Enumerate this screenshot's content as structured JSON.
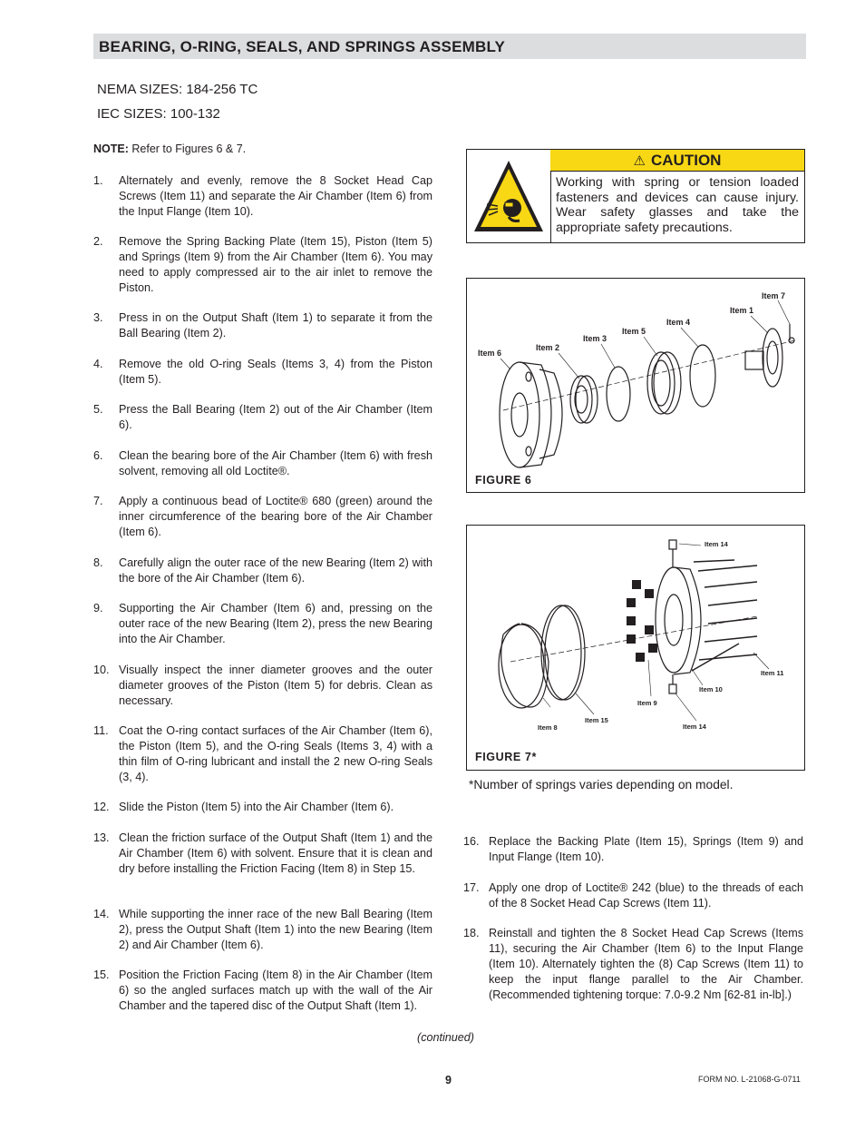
{
  "header": {
    "title": "BEARING, O-RING, SEALS, AND SPRINGS ASSEMBLY"
  },
  "sizes": {
    "nema": "NEMA SIZES: 184-256 TC",
    "iec": "IEC SIZES: 100-132"
  },
  "note": {
    "label": "NOTE:",
    "text": " Refer to Figures 6 & 7."
  },
  "steps_col1": [
    {
      "num": "1.",
      "text": "Alternately and evenly,  remove the 8 Socket Head Cap Screws (Item 11) and separate the Air Chamber (Item 6) from the Input Flange (Item 10)."
    },
    {
      "num": "2.",
      "text": "Remove the Spring Backing Plate (Item 15), Piston (Item 5) and Springs (Item 9) from the Air Chamber (Item 6).  You may need to apply compressed air to the air inlet to remove the Piston."
    },
    {
      "num": "3.",
      "text": "Press in on the Output Shaft (Item 1) to separate it from the Ball Bearing (Item 2)."
    },
    {
      "num": "4.",
      "text": "Remove the old O-ring Seals (Items 3, 4) from the Piston (Item 5)."
    },
    {
      "num": "5.",
      "text": "Press the Ball Bearing (Item 2) out of the Air Chamber (Item 6)."
    },
    {
      "num": "6.",
      "text": "Clean the bearing bore of the Air Chamber (Item 6) with fresh solvent, removing all old Loctite®."
    },
    {
      "num": "7.",
      "text": "Apply a continuous bead of Loctite® 680 (green) around the inner circumference of the bearing bore of the Air Chamber (Item 6)."
    },
    {
      "num": "8.",
      "text": "Carefully align the outer race of the new Bearing (Item 2) with the bore of the Air Chamber (Item 6)."
    },
    {
      "num": "9.",
      "text": "Supporting the Air Chamber (Item 6) and, pressing on the outer race of the new Bearing (Item 2), press the new Bearing into the Air Chamber."
    },
    {
      "num": "10.",
      "text": "Visually inspect the inner diameter grooves and the outer diameter grooves of the Piston (Item 5) for debris.  Clean as necessary."
    },
    {
      "num": "11.",
      "text": "Coat the O-ring contact surfaces of the Air Chamber (Item 6), the Piston (Item 5), and the O-ring Seals (Items 3, 4) with a thin film of O-ring lubricant and install the 2 new O-ring Seals (3, 4)."
    },
    {
      "num": "12.",
      "text": "Slide the Piston (Item 5) into the Air Chamber (Item 6)."
    },
    {
      "num": "13.",
      "text": "Clean the friction surface of the Output Shaft (Item 1) and the Air Chamber (Item 6) with solvent. Ensure that it is clean and dry before installing the Friction Facing (Item 8) in Step 15."
    },
    {
      "num": "14.",
      "text": "While supporting the inner race of the new Ball Bearing (Item 2), press the Output Shaft (Item 1) into the new Bearing (Item 2) and Air Chamber (Item 6)."
    },
    {
      "num": "15.",
      "text": "Position the Friction Facing (Item 8) in the Air Chamber (Item 6) so the angled surfaces match up with the wall of the Air Chamber and the tapered disc of the Output Shaft (Item 1)."
    }
  ],
  "steps_col2": [
    {
      "num": "16.",
      "text": "Replace the Backing Plate (Item 15), Springs (Item 9) and Input Flange (Item 10)."
    },
    {
      "num": "17.",
      "text": "Apply one drop of Loctite® 242 (blue) to the threads of each of the 8 Socket Head Cap Screws (Item 11)."
    },
    {
      "num": "18.",
      "text": "Reinstall and tighten the 8 Socket Head Cap Screws (Items 11), securing the Air Chamber (Item 6) to the Input Flange (Item 10). Alternately tighten the (8) Cap Screws (Item 11)  to keep the input flange parallel to the Air Chamber. (Recommended tightening torque: 7.0-9.2 Nm [62-81 in-lb].)"
    }
  ],
  "caution": {
    "title": "CAUTION",
    "text": "Working with spring or tension loaded fasteners and devices can cause injury. Wear safety glasses and take the appropriate safety precautions.",
    "color": "#f8d814",
    "icon": "safety-glasses-warning-icon"
  },
  "figure6": {
    "caption": "FIGURE  6",
    "labels": {
      "item6": "Item 6",
      "item2": "Item 2",
      "item3": "Item 3",
      "item5": "Item 5",
      "item4": "Item 4",
      "item1": "Item 1",
      "item7": "Item 7"
    }
  },
  "figure7": {
    "caption": "FIGURE  7*",
    "labels": {
      "item14a": "Item 14",
      "item11": "Item 11",
      "item10": "Item 10",
      "item9": "Item 9",
      "item14b": "Item 14",
      "item15": "Item 15",
      "item8": "Item 8"
    }
  },
  "springs_note": "*Number of springs varies depending on model.",
  "continued": "(continued)",
  "page_number": "9",
  "form_number": "FORM NO. L-21068-G-0711"
}
